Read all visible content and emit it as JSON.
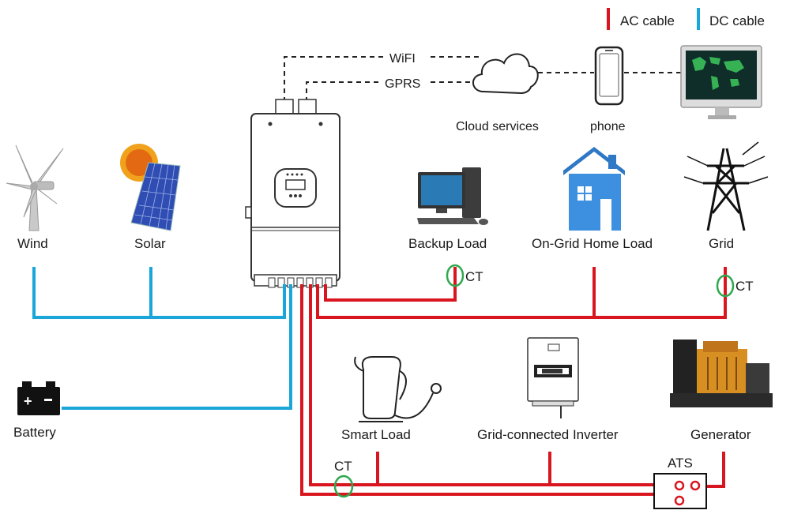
{
  "legend": {
    "ac_label": "AC cable",
    "dc_label": "DC cable",
    "ac_color": "#d9161f",
    "dc_color": "#1aa6d9"
  },
  "links": {
    "wifi": "WiFI",
    "gprs": "GPRS"
  },
  "nodes": {
    "cloud": "Cloud services",
    "phone": "phone",
    "wind": "Wind",
    "solar": "Solar",
    "backup_load": "Backup Load",
    "home_load": "On-Grid Home Load",
    "grid": "Grid",
    "battery": "Battery",
    "smart_load": "Smart Load",
    "grid_inverter": "Grid-connected Inverter",
    "generator": "Generator",
    "ats": "ATS"
  },
  "sensors": {
    "ct_label": "CT",
    "ct_color": "#2fa84f"
  },
  "icons": [
    "wind-turbine-icon",
    "solar-panel-icon",
    "hybrid-inverter-icon",
    "cloud-icon",
    "smartphone-icon",
    "monitor-icon",
    "desktop-computer-icon",
    "house-icon",
    "transmission-tower-icon",
    "battery-icon",
    "kettle-icon",
    "grid-inverter-icon",
    "generator-icon",
    "ats-switch-icon"
  ]
}
